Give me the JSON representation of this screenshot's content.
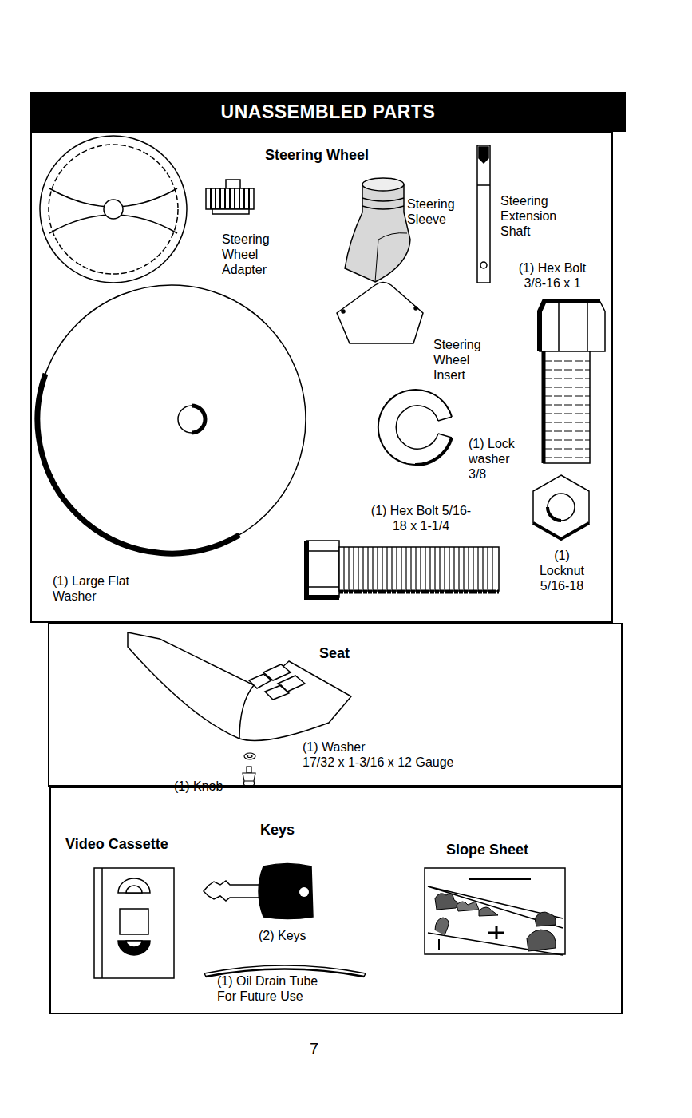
{
  "diagram": {
    "title": "UNASSEMBLED PARTS",
    "nodes": [
      {
        "text": [
          "Steering Wheel"
        ]
      },
      {
        "text": [
          "Seat"
        ]
      },
      {
        "text": [
          "Video Cassette",
          "Keys",
          "Slope Sheet"
        ]
      }
    ],
    "labels": [
      "Steering Wheel Adapter",
      "Steering Sleeve",
      "Steering Extension Shaft",
      "(1) Hex Bolt 3/8-16 x 1",
      "Steering Wheel Insert",
      "(1) Lock washer 3/8",
      "(1) Hex Bolt 5/16-18 x 1-1/4",
      "(1) Locknut 5/16-18",
      "(1) Large Flat Washer",
      "(1) Washer 17/32 x 1-3/16 x 12 Gauge",
      "(1) Knob",
      "(2) Keys",
      "(1) Oil Drain Tube For Future Use",
      "7"
    ]
  }
}
